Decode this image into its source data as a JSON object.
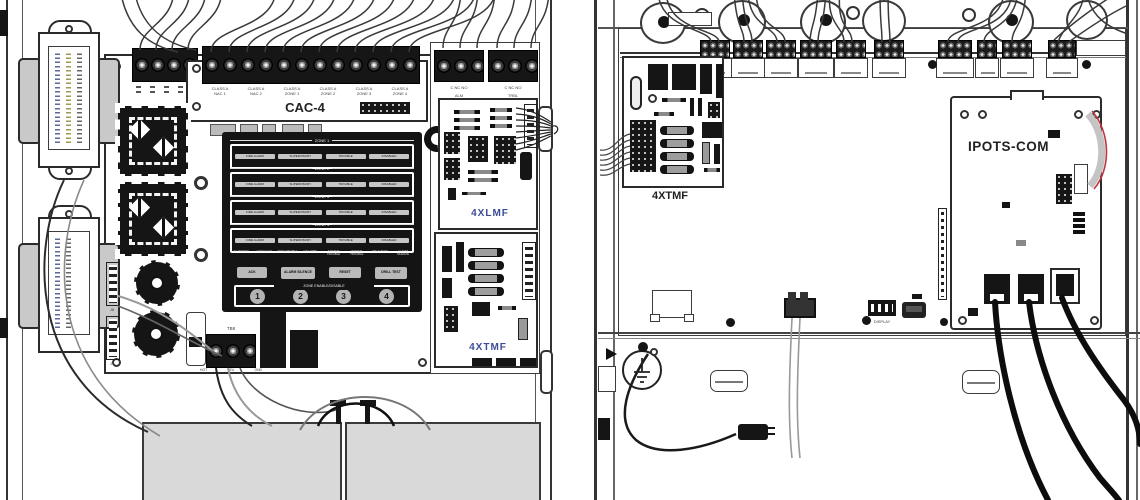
{
  "left_panel": {
    "cac4": {
      "label": "CAC-4",
      "terminal_groups": [
        {
          "l1": "CLASS A",
          "l2": "NAC 1"
        },
        {
          "l1": "CLASS A",
          "l2": "NAC 2"
        },
        {
          "l1": "CLASS A",
          "l2": "ZONE 1"
        },
        {
          "l1": "CLASS A",
          "l2": "ZONE 2"
        },
        {
          "l1": "CLASS A",
          "l2": "ZONE 3"
        },
        {
          "l1": "CLASS A",
          "l2": "ZONE 4"
        }
      ]
    },
    "relays": [
      {
        "contacts": "C  NC  NO",
        "name": "ALM"
      },
      {
        "contacts": "C  NC  NO",
        "name": "TRBL"
      }
    ],
    "display": {
      "zones": [
        {
          "title": "ZONE 1",
          "leds": [
            "FIRE ALARM",
            "SUPERVISORY",
            "TROUBLE",
            "DISABLED"
          ]
        },
        {
          "title": "ZONE 2",
          "leds": [
            "FIRE ALARM",
            "SUPERVISORY",
            "TROUBLE",
            "DISABLED"
          ]
        },
        {
          "title": "ZONE 3",
          "leds": [
            "FIRE ALARM",
            "SUPERVISORY",
            "TROUBLE",
            "DISABLED"
          ]
        },
        {
          "title": "ZONE 4",
          "leds": [
            "FIRE ALARM",
            "SUPERVISORY",
            "TROUBLE",
            "DISABLED"
          ]
        }
      ],
      "status_leds": [
        "AC POWER",
        "GND FAULT",
        "ZONE DISABLE",
        "NAC TRBL",
        "SYSTEM TROUBLE",
        "POWER TROUBLE",
        "WALK TEST",
        "ALARM SILENCE"
      ],
      "buttons": [
        "ACK",
        "ALARM SILENCE",
        "RESET",
        "DRILL TEST"
      ],
      "zone_enable_label": "ZONE ENABLE/DISABLE",
      "zone_buttons": [
        "1",
        "2",
        "3",
        "4"
      ]
    },
    "cards": [
      {
        "label": "4XLMF"
      },
      {
        "label": "4XTMF"
      }
    ],
    "tb8": {
      "label": "TB8",
      "terminals": [
        "HOT",
        "NEU",
        "GND"
      ]
    },
    "headers": [
      "J8",
      "J7"
    ]
  },
  "right_panel": {
    "card_label": "4XTMF",
    "board_label": "IPOTS-COM",
    "display_connector_label": "DISPLAY"
  }
}
